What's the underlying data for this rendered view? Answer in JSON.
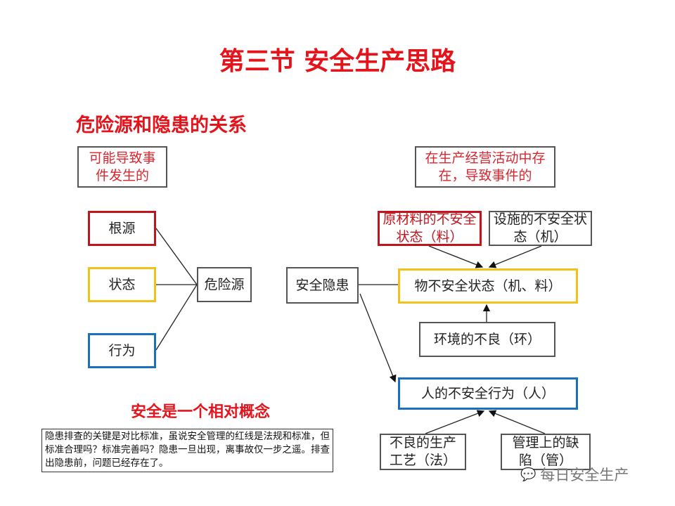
{
  "title": "第三节 安全生产思路",
  "subtitle": "危险源和隐患的关系",
  "left": {
    "definition": "可能导致事件发生的",
    "sources": [
      "根源",
      "状态",
      "行为"
    ],
    "hazard": "危险源"
  },
  "right": {
    "definition": "在生产经营活动中存在，导致事件的",
    "hidden_danger": "安全隐患",
    "material": "原材料的不安全状态（料）",
    "facility": "设施的不安全状态（机）",
    "object_state": "物不安全状态（机、料）",
    "environment": "环境的不良（环）",
    "human": "人的不安全行为（人）",
    "process": "不良的生产工艺（法）",
    "management": "管理上的缺陷（管）"
  },
  "relative": "安全是一个相对概念",
  "note": "隐患排查的关键是对比标准，虽说安全管理的红线是法规和标准，但标准合理吗？标准完善吗？隐患一旦出现，离事故仅一步之遥。排查出隐患前，问题已经存在了。",
  "watermark": "每日安全生产"
}
